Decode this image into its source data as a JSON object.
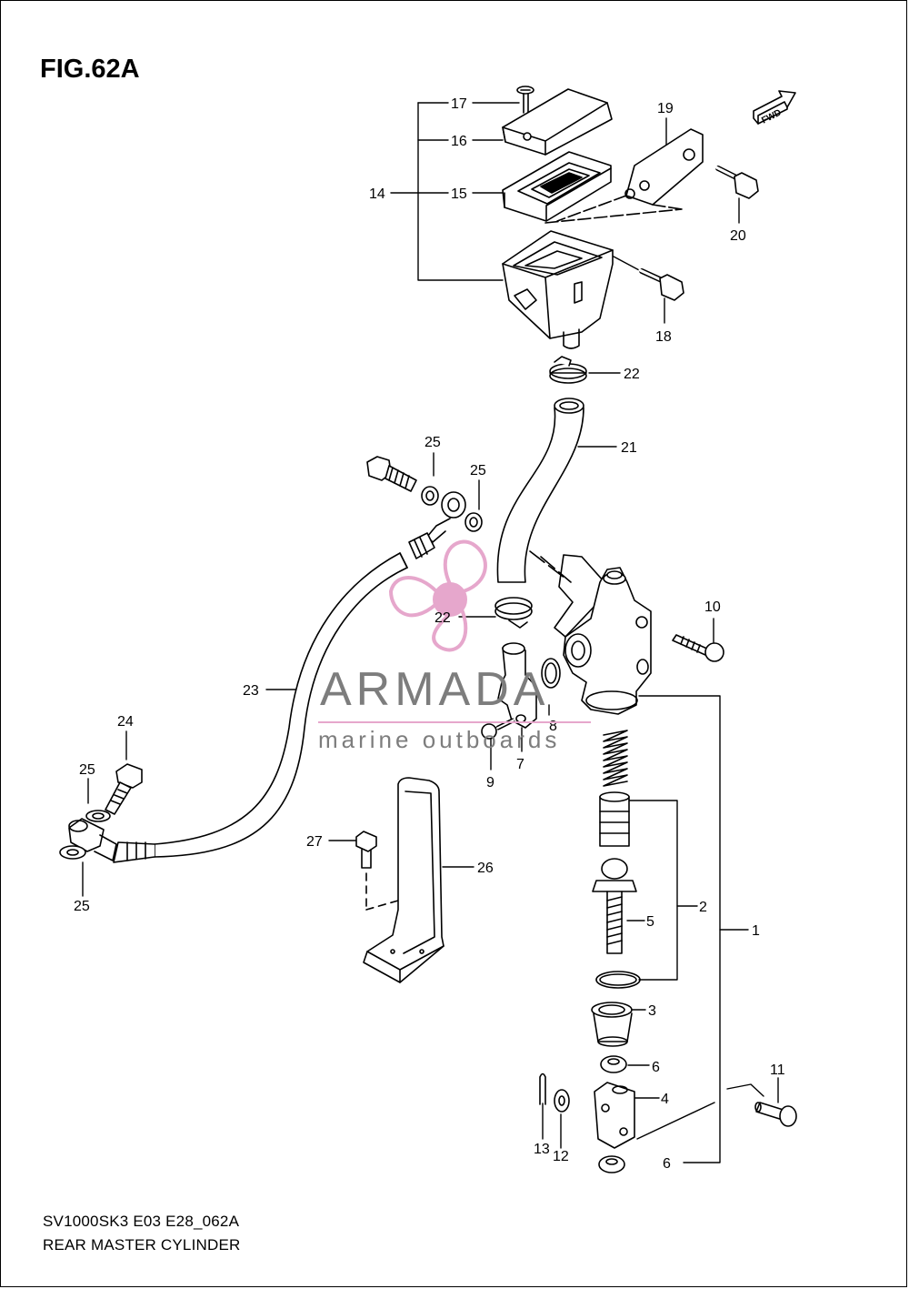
{
  "figure": {
    "title": "FIG.62A",
    "code": "SV1000SK3 E03 E28_062A",
    "name": "REAR MASTER CYLINDER",
    "fwd_label": "FWD"
  },
  "watermark": {
    "brand": "ARMADA",
    "tagline": "marine outboards",
    "accent_color": "#e6a7cc"
  },
  "callouts": [
    "1",
    "2",
    "3",
    "4",
    "5",
    "6",
    "6",
    "7",
    "8",
    "9",
    "10",
    "11",
    "12",
    "13",
    "14",
    "15",
    "16",
    "17",
    "18",
    "19",
    "20",
    "21",
    "22",
    "22",
    "23",
    "24",
    "25",
    "25",
    "25",
    "25",
    "26",
    "27"
  ]
}
